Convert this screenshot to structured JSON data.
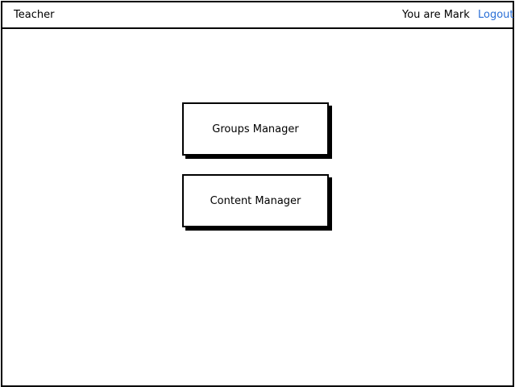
{
  "header": {
    "title": "Teacher",
    "user_text": "You are Mark",
    "logout_label": "Logout"
  },
  "main": {
    "buttons": [
      {
        "label": "Groups Manager"
      },
      {
        "label": "Content Manager"
      }
    ]
  },
  "colors": {
    "link": "#2a6fd6",
    "border": "#000000",
    "background": "#ffffff"
  }
}
